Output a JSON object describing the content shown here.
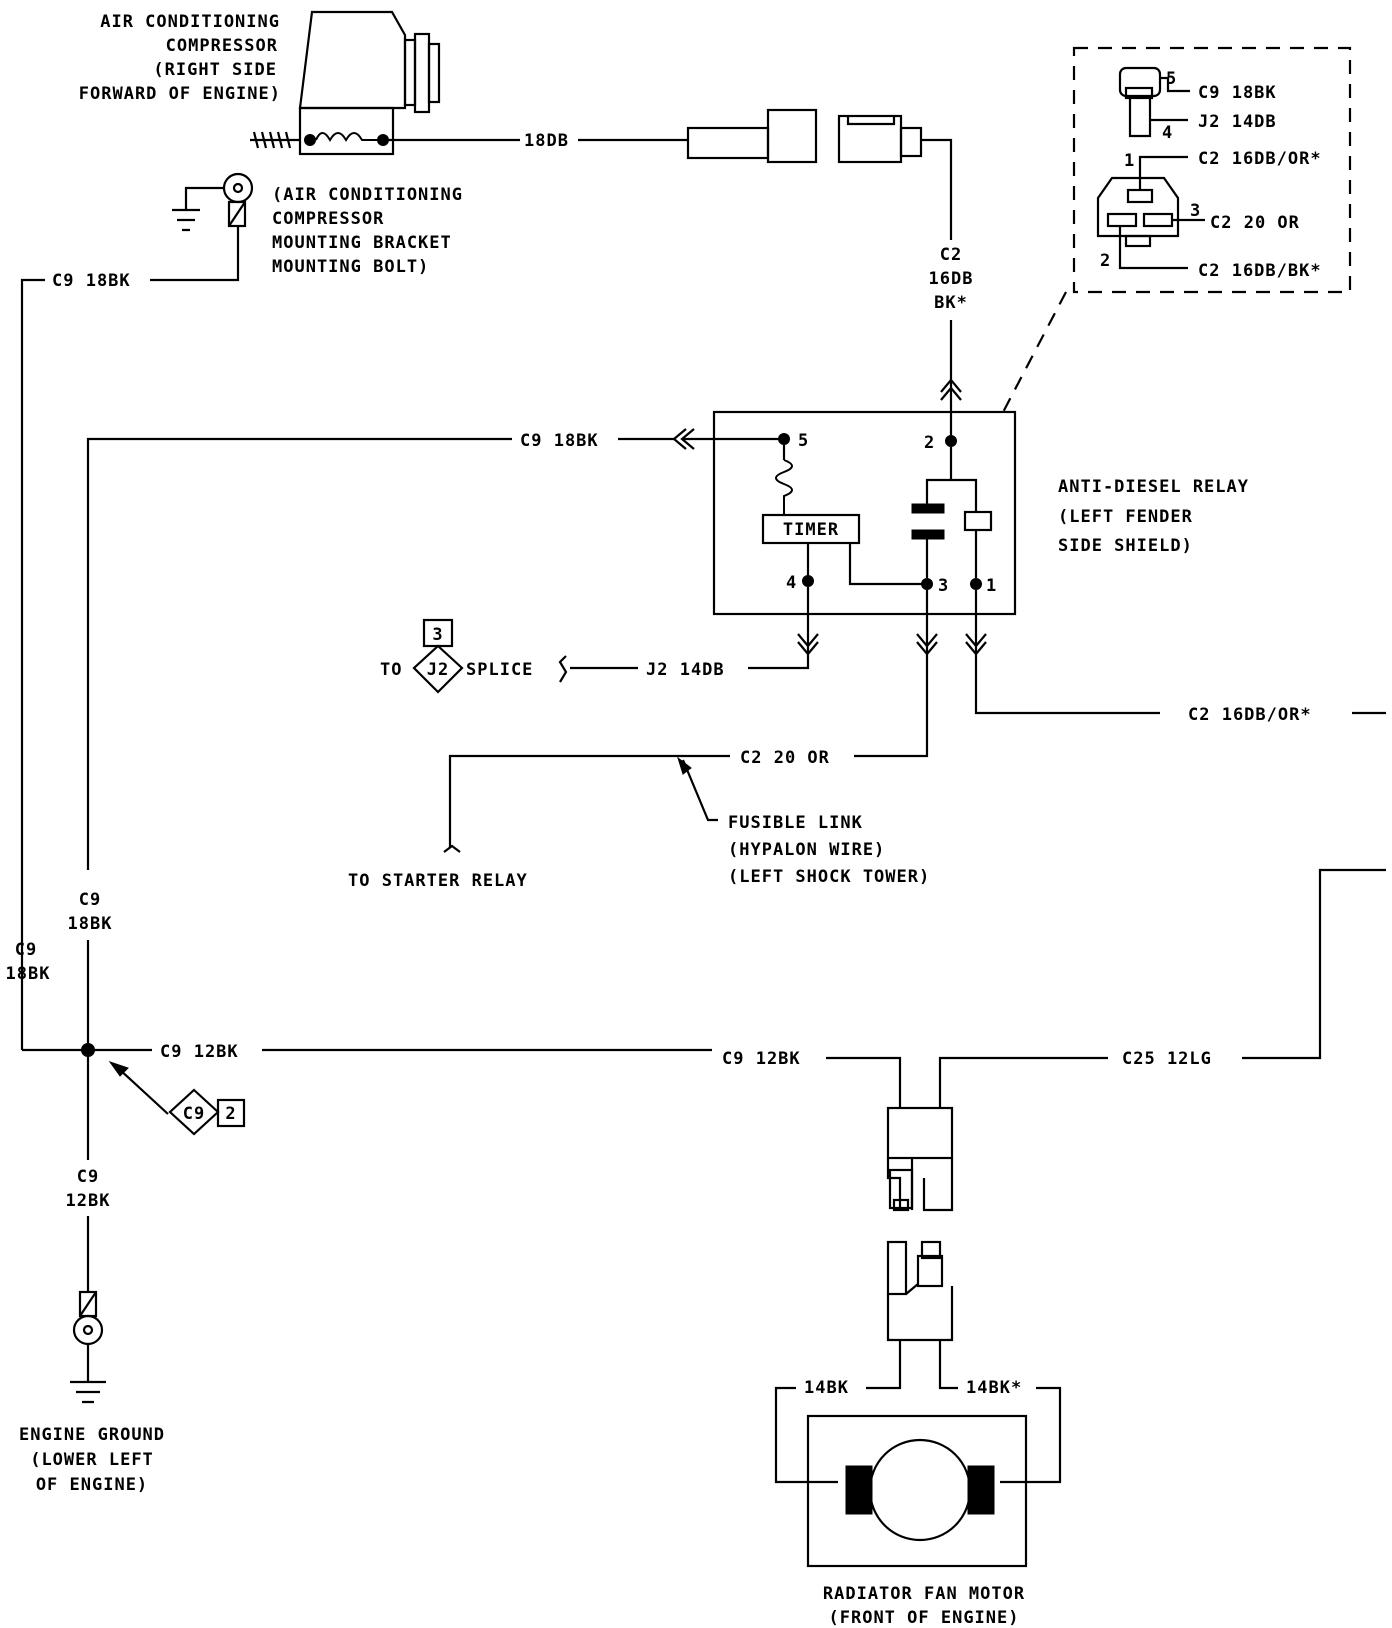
{
  "components": {
    "ac_compressor": [
      "AIR CONDITIONING",
      "COMPRESSOR",
      "(RIGHT SIDE",
      "FORWARD OF ENGINE)"
    ],
    "ac_bracket": [
      "(AIR CONDITIONING",
      "COMPRESSOR",
      "MOUNTING BRACKET",
      "MOUNTING BOLT)"
    ],
    "anti_diesel_relay": [
      "ANTI-DIESEL RELAY",
      "(LEFT FENDER",
      "SIDE SHIELD)"
    ],
    "fusible_link": [
      "FUSIBLE LINK",
      "(HYPALON WIRE)",
      "(LEFT SHOCK TOWER)"
    ],
    "to_starter_relay": "TO STARTER RELAY",
    "engine_ground": [
      "ENGINE GROUND",
      "(LOWER LEFT",
      "OF ENGINE)"
    ],
    "radiator_fan_motor": [
      "RADIATOR FAN MOTOR",
      "(FRONT OF ENGINE)"
    ],
    "timer": "TIMER",
    "splice_prefix": "TO",
    "splice_suffix": "SPLICE"
  },
  "connector_detail": {
    "wires": [
      "C9 18BK",
      "J2 14DB",
      "C2 16DB/OR*",
      "C2 20 OR",
      "C2 16DB/BK*"
    ],
    "pins": [
      "5",
      "4",
      "1",
      "3",
      "2"
    ]
  },
  "relay_pins": [
    "5",
    "2",
    "4",
    "3",
    "1"
  ],
  "wires": {
    "ac_18db": "18DB",
    "c2_16db_bk": [
      "C2",
      "16DB",
      "BK*"
    ],
    "c9_18bk_ground": "C9 18BK",
    "c9_18bk_relay": "C9 18BK",
    "j2_14db": "J2 14DB",
    "c2_20_or": "C2 20 OR",
    "c2_16db_or": "C2 16DB/OR*",
    "c9_18bk_vert_inner": [
      "C9",
      "18BK"
    ],
    "c9_18bk_vert_outer": [
      "C9",
      "18BK"
    ],
    "c9_12bk_left": "C9 12BK",
    "c9_12bk_mid": "C9 12BK",
    "c25_12lg": "C25 12LG",
    "c9_12bk_down": [
      "C9",
      "12BK"
    ],
    "fan_14bk": "14BK",
    "fan_14bk_star": "14BK*"
  },
  "splice_tags": {
    "j2": {
      "id": "J2",
      "num": "3"
    },
    "c9": {
      "id": "C9",
      "num": "2"
    }
  }
}
